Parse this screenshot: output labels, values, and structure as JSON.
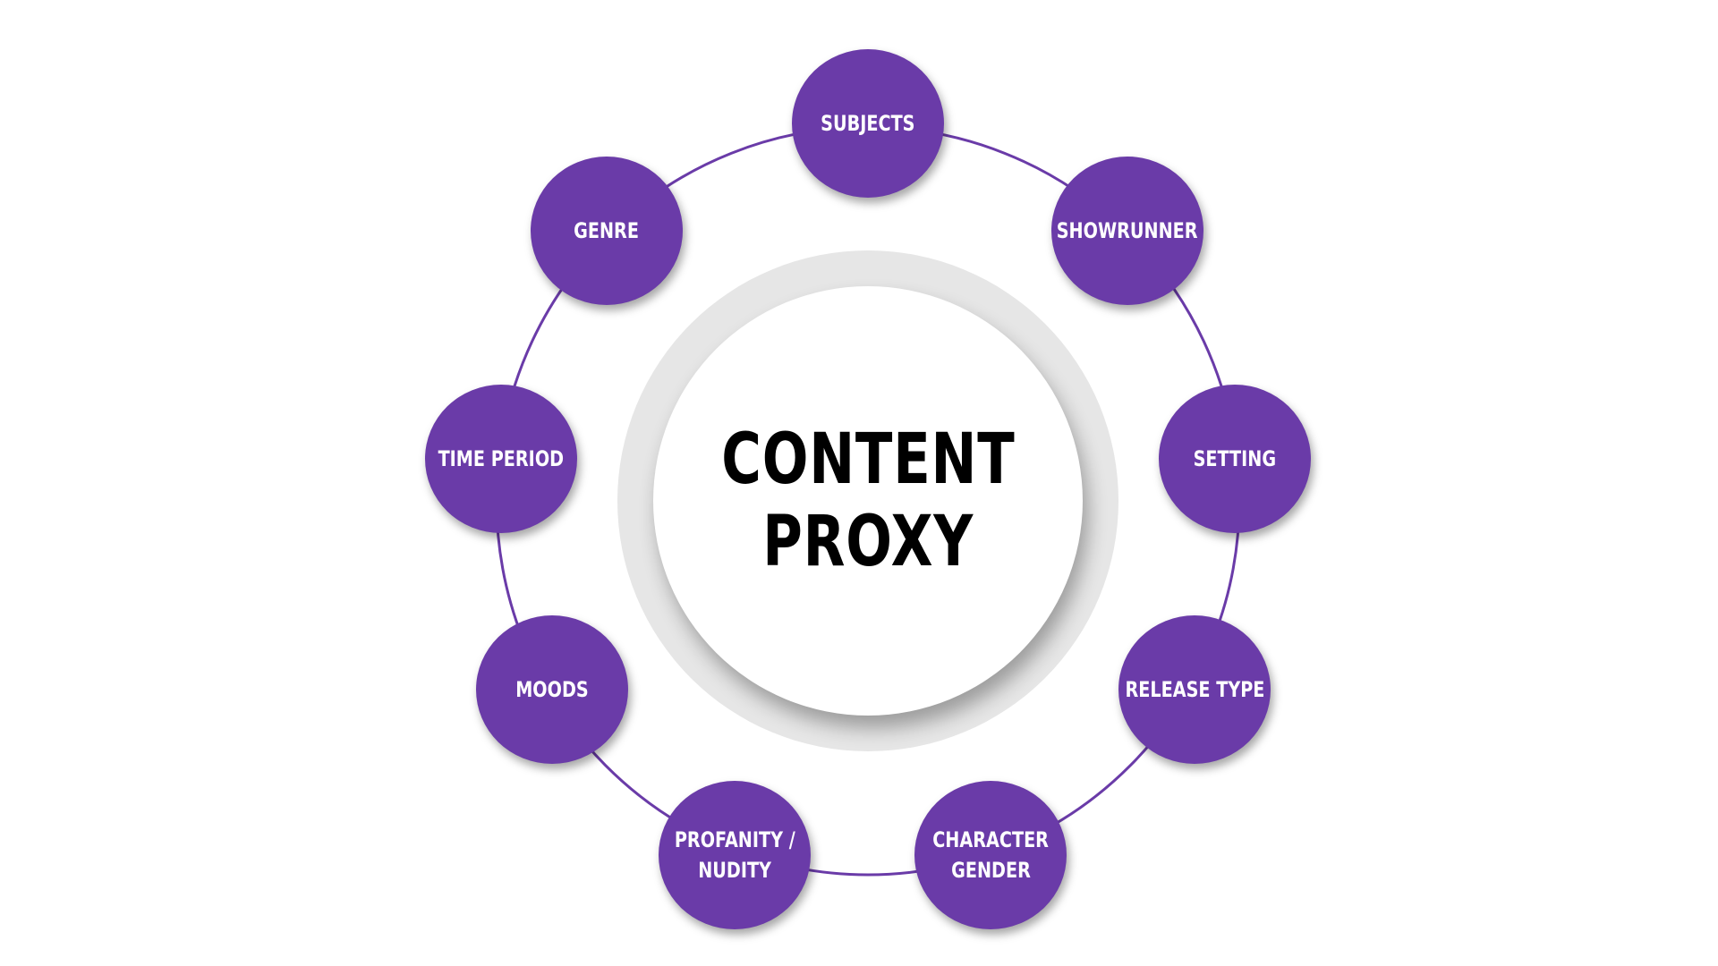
{
  "colors": {
    "node": "#6a3ba8",
    "ring": "#6a3ba8",
    "outer_ring": "#e6e6e6",
    "center_text": "#000000"
  },
  "center": {
    "line1": "CONTENT",
    "line2": "PROXY"
  },
  "nodes": [
    {
      "id": "subjects",
      "lines": [
        "SUBJECTS"
      ]
    },
    {
      "id": "showrunner",
      "lines": [
        "SHOWRUNNER"
      ]
    },
    {
      "id": "setting",
      "lines": [
        "SETTING"
      ]
    },
    {
      "id": "release-type",
      "lines": [
        "RELEASE TYPE"
      ]
    },
    {
      "id": "character-gender",
      "lines": [
        "CHARACTER",
        "GENDER"
      ]
    },
    {
      "id": "profanity-nudity",
      "lines": [
        "PROFANITY /",
        "NUDITY"
      ]
    },
    {
      "id": "moods",
      "lines": [
        "MOODS"
      ]
    },
    {
      "id": "time-period",
      "lines": [
        "TIME PERIOD"
      ]
    },
    {
      "id": "genre",
      "lines": [
        "GENRE"
      ]
    }
  ]
}
